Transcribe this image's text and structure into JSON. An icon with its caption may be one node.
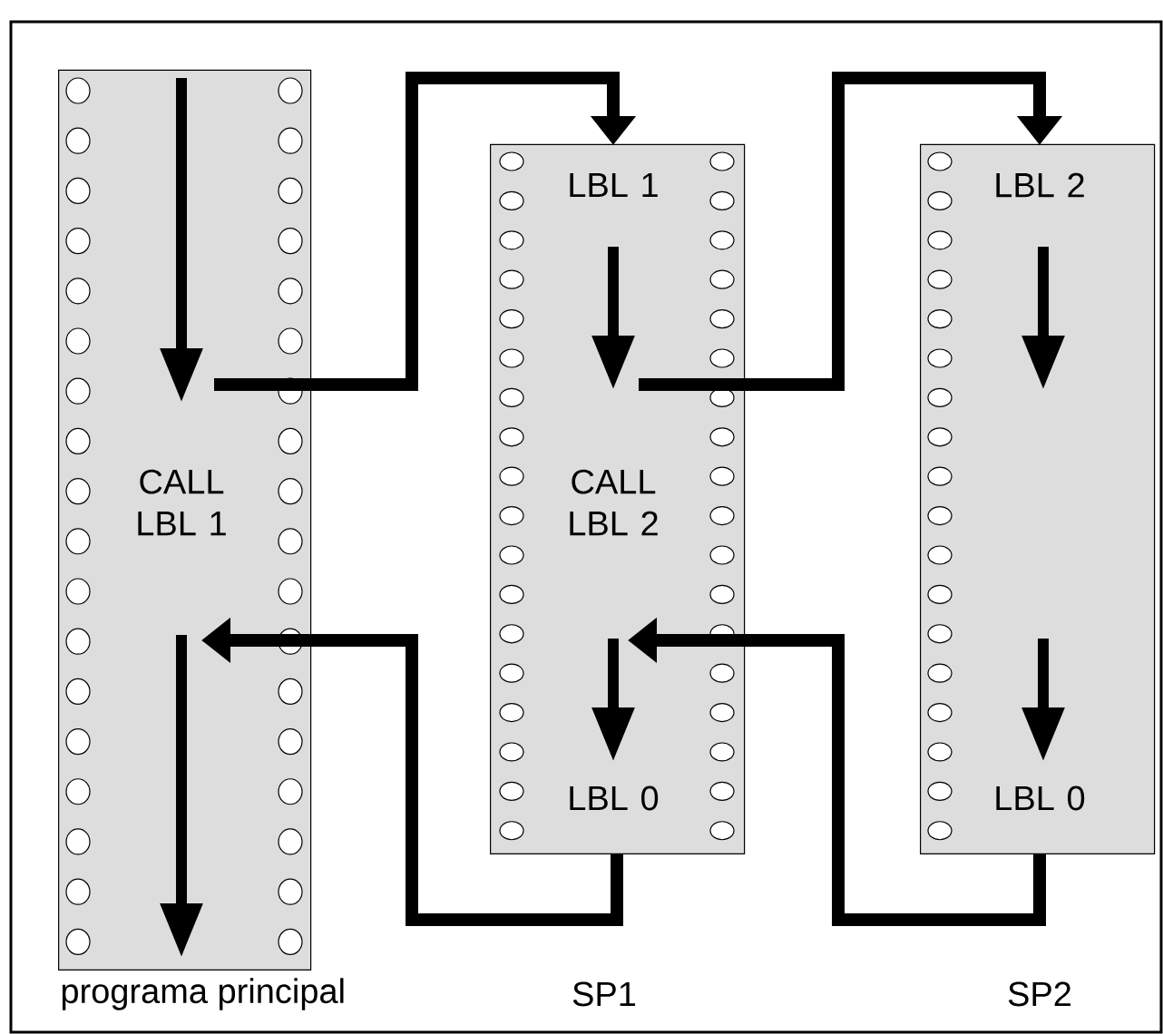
{
  "diagram": {
    "nodes": [
      {
        "text": [
          "CALL LBL 1"
        ],
        "beside": [
          "programa principal"
        ]
      },
      {
        "text": [
          "LBL 1",
          "CALL LBL 2",
          "LBL 0"
        ],
        "beside": [
          "SP1"
        ]
      },
      {
        "text": [
          "LBL 2",
          "LBL 0"
        ],
        "beside": [
          "SP2"
        ]
      }
    ],
    "edges": [
      {
        "from": 0,
        "to": 1,
        "arrow": "to"
      },
      {
        "from": 1,
        "to": 2,
        "arrow": "to"
      },
      {
        "from": 1,
        "to": 0,
        "arrow": "to"
      },
      {
        "from": 2,
        "to": 1,
        "arrow": "to"
      }
    ]
  }
}
